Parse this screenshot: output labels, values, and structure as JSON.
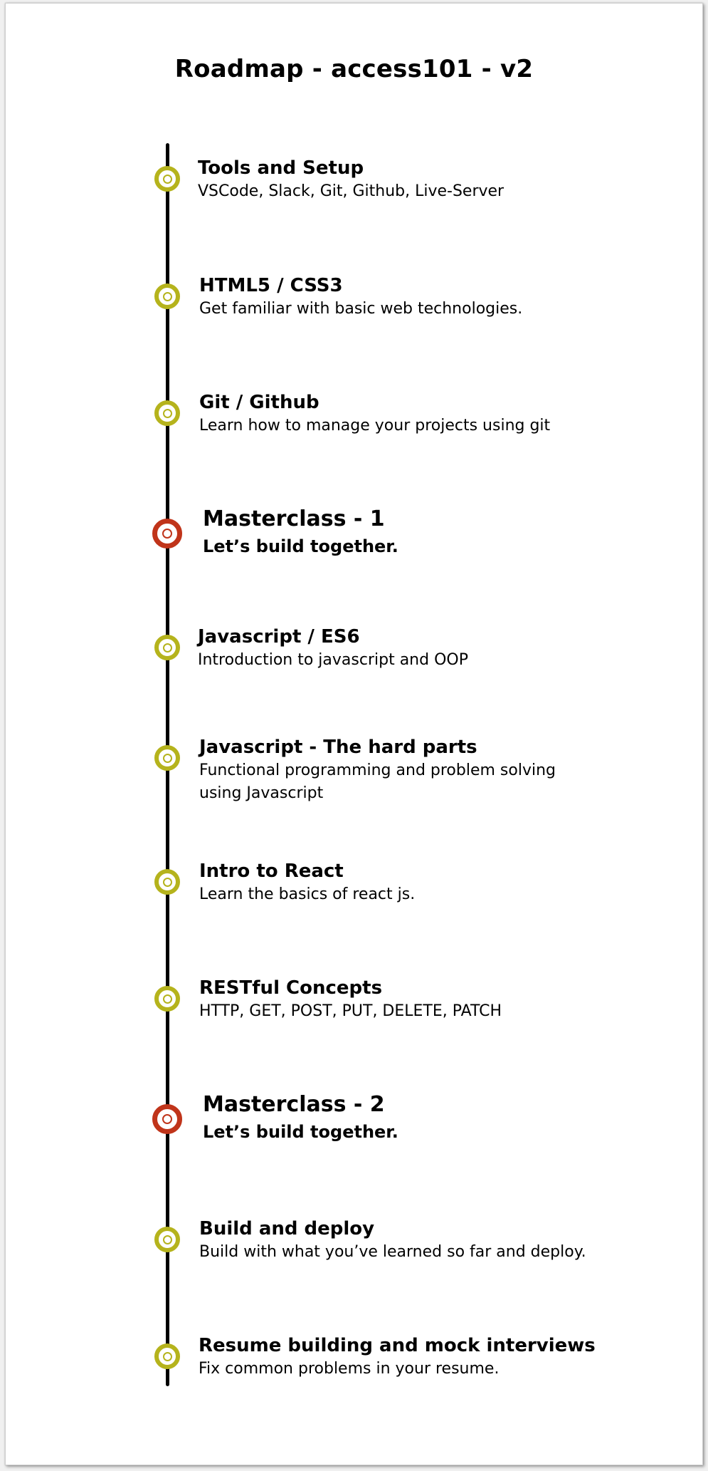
{
  "title": "Roadmap - access101 - v2",
  "colors": {
    "milestone": "#b5b31c",
    "masterclass": "#c0341a",
    "line": "#000000"
  },
  "milestones": [
    {
      "heading": "Tools and Setup",
      "description": [
        "VSCode, Slack, Git, Github, Live-Server"
      ],
      "kind": "normal"
    },
    {
      "heading": "HTML5 / CSS3",
      "description": [
        "Get familiar with basic web technologies."
      ],
      "kind": "normal"
    },
    {
      "heading": "Git / Github",
      "description": [
        "Learn how to manage your projects using git"
      ],
      "kind": "normal"
    },
    {
      "heading": "Masterclass - 1",
      "description": [
        "Let’s build together."
      ],
      "kind": "major"
    },
    {
      "heading": "Javascript / ES6",
      "description": [
        "Introduction to javascript and OOP"
      ],
      "kind": "normal"
    },
    {
      "heading": "Javascript - The hard parts",
      "description": [
        "Functional programming and problem solving",
        "using Javascript"
      ],
      "kind": "normal"
    },
    {
      "heading": "Intro to React",
      "description": [
        "Learn the basics of react js."
      ],
      "kind": "normal"
    },
    {
      "heading": "RESTful Concepts",
      "description": [
        "HTTP, GET, POST, PUT, DELETE, PATCH"
      ],
      "kind": "normal"
    },
    {
      "heading": "Masterclass - 2",
      "description": [
        "Let’s build together."
      ],
      "kind": "major"
    },
    {
      "heading": "Build and deploy",
      "description": [
        "Build with what you’ve learned so far and deploy."
      ],
      "kind": "normal"
    },
    {
      "heading": "Resume building and mock interviews",
      "description": [
        "Fix common problems in your resume."
      ],
      "kind": "normal"
    }
  ]
}
